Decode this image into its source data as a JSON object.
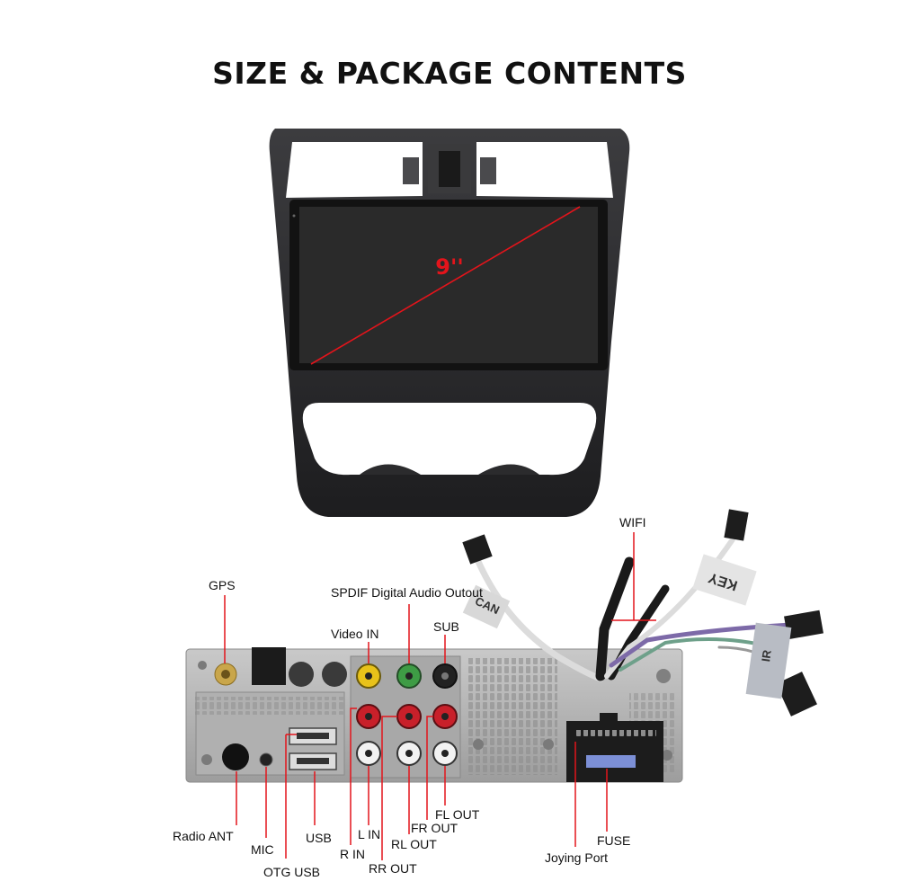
{
  "title": "SIZE & PACKAGE CONTENTS",
  "screen_size": "9''",
  "connectors": {
    "gps": "GPS",
    "spdif": "SPDIF Digital Audio Outout",
    "video_in": "Video IN",
    "sub": "SUB",
    "wifi": "WIFI",
    "radio_ant": "Radio ANT",
    "mic": "MIC",
    "otg_usb": "OTG USB",
    "usb": "USB",
    "l_in": "L IN",
    "r_in": "R IN",
    "rr_out": "RR OUT",
    "rl_out": "RL OUT",
    "fr_out": "FR OUT",
    "fl_out": "FL OUT",
    "fuse": "FUSE",
    "joying_port": "Joying Port"
  },
  "cable_tags": {
    "can": "CAN",
    "key": "KEY",
    "ir": "IR"
  },
  "colors": {
    "annotation": "#e3141b",
    "panel": "#b9b9b9",
    "frame": "#2b2b2d",
    "screen": "#232323"
  }
}
